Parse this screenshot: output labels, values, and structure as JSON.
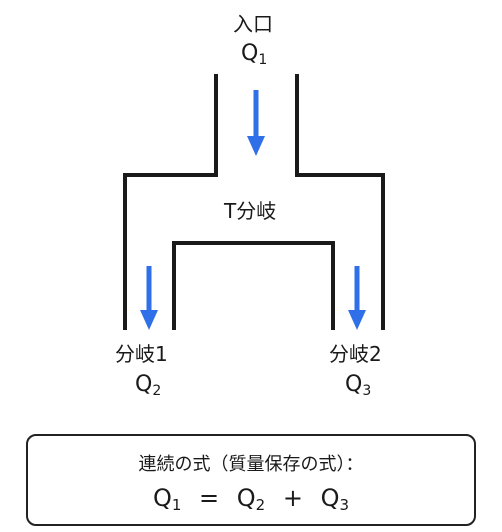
{
  "labels": {
    "inlet": "入口",
    "inlet_q": "Q",
    "inlet_sub": "1",
    "tee": "T分岐",
    "branch1": "分岐1",
    "branch1_q": "Q",
    "branch1_sub": "2",
    "branch2": "分岐2",
    "branch2_q": "Q",
    "branch2_sub": "3"
  },
  "equation": {
    "title": "連続の式（質量保存の式）：",
    "q1": "Q",
    "s1": "1",
    "eq": "=",
    "q2": "Q",
    "s2": "2",
    "plus": "+",
    "q3": "Q",
    "s3": "3"
  },
  "colors": {
    "pipe": "#1a1a1a",
    "arrow": "#2f6fe8"
  }
}
